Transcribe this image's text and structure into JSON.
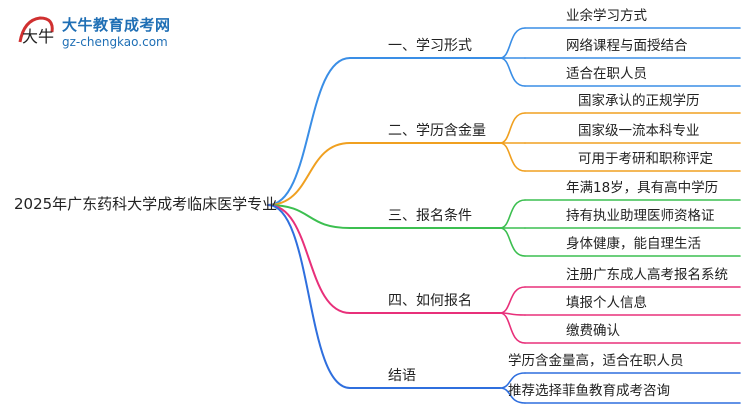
{
  "logo": {
    "title": "大牛教育成考网",
    "url": "gz-chengkao.com",
    "mark_text": "大牛"
  },
  "root": "2025年广东药科大学成考临床医学专业",
  "colors": {
    "blue": "#3a8ee6",
    "orange": "#f0a020",
    "green": "#3cbf50",
    "pink": "#e8307a",
    "deep_blue": "#2f6fde"
  },
  "branches": [
    {
      "label": "一、学习形式",
      "color": "blue",
      "leaves": [
        "业余学习方式",
        "网络课程与面授结合",
        "适合在职人员"
      ]
    },
    {
      "label": "二、学历含金量",
      "color": "orange",
      "leaves": [
        "国家承认的正规学历",
        "国家级一流本科专业",
        "可用于考研和职称评定"
      ]
    },
    {
      "label": "三、报名条件",
      "color": "green",
      "leaves": [
        "年满18岁，具有高中学历",
        "持有执业助理医师资格证",
        "身体健康，能自理生活"
      ]
    },
    {
      "label": "四、如何报名",
      "color": "pink",
      "leaves": [
        "注册广东成人高考报名系统",
        "填报个人信息",
        "缴费确认"
      ]
    },
    {
      "label": "结语",
      "color": "deep_blue",
      "leaves": [
        "学历含金量高，适合在职人员",
        "推荐选择菲鱼教育成考咨询"
      ]
    }
  ]
}
